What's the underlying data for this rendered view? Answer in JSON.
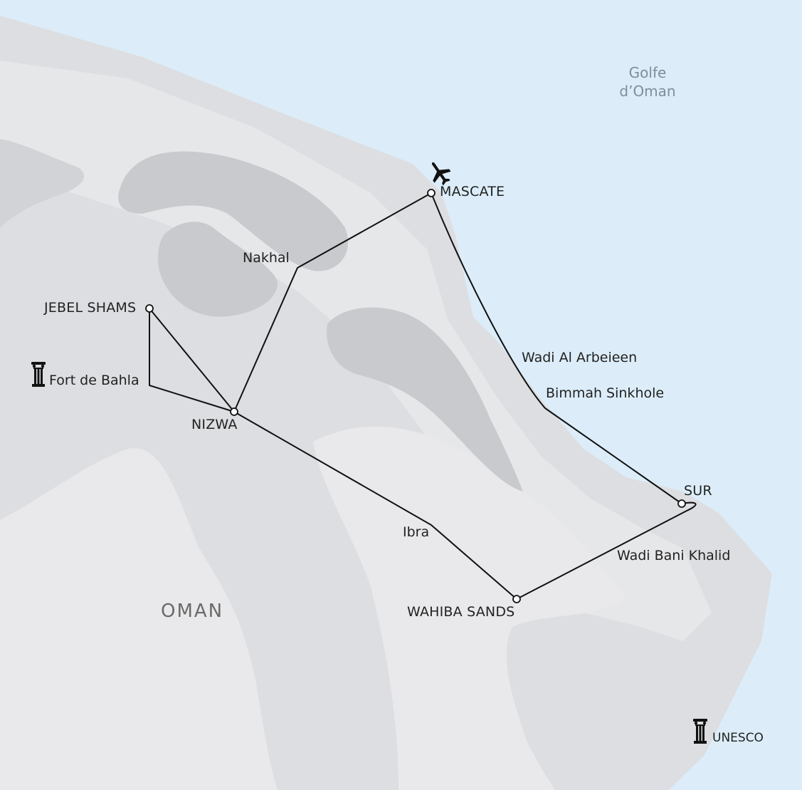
{
  "colors": {
    "sea": "#dcedf9",
    "land_light": "#e9e9eb",
    "land_mid": "#dddee1",
    "land_dark": "#c9cacd",
    "route": "#111111"
  },
  "sea_label": [
    "Golfe",
    "d’Oman"
  ],
  "country_label": "OMAN",
  "cities": {
    "mascate": "MASCATE",
    "jebel_shams": "JEBEL SHAMS",
    "nizwa": "NIZWA",
    "sur": "SUR",
    "wahiba_sands": "WAHIBA SANDS"
  },
  "waypoints": {
    "nakhal": "Nakhal",
    "fort_de_bahla": "Fort de Bahla",
    "wadi_al_arbeieen": "Wadi Al Arbeieen",
    "bimmah_sinkhole": "Bimmah Sinkhole",
    "ibra": "Ibra",
    "wadi_bani_khalid": "Wadi Bani Khalid"
  },
  "icons": {
    "airport": "airplane-icon",
    "unesco": "column-icon"
  },
  "legend": {
    "unesco_label": "UNESCO"
  }
}
